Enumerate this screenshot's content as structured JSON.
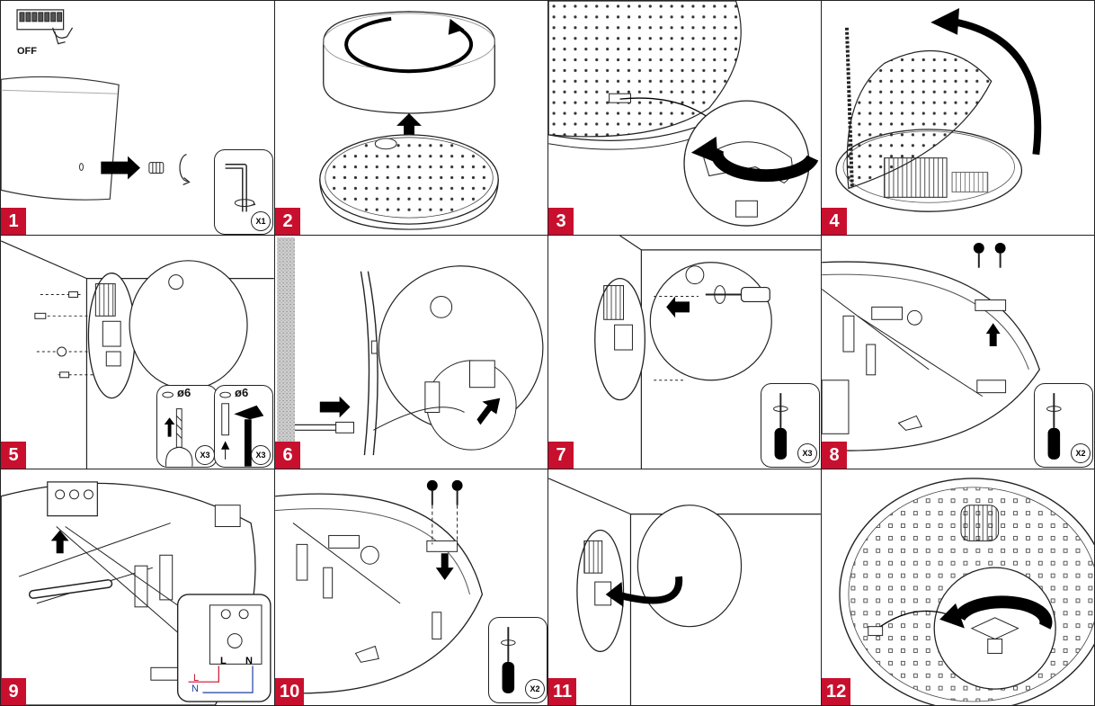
{
  "steps": [
    {
      "number": "1",
      "switch_label": "OFF",
      "tool_qty": "X1"
    },
    {
      "number": "2"
    },
    {
      "number": "3"
    },
    {
      "number": "4"
    },
    {
      "number": "5",
      "drill_size_a": "ø6",
      "drill_size_b": "ø6",
      "drill_qty": "X3",
      "hammer_qty": "X3"
    },
    {
      "number": "6"
    },
    {
      "number": "7",
      "tool_qty": "X3"
    },
    {
      "number": "8",
      "tool_qty": "X2"
    },
    {
      "number": "9",
      "terminal_l": "L",
      "terminal_n": "N",
      "wire_l": "L",
      "wire_n": "N"
    },
    {
      "number": "10",
      "tool_qty": "X2"
    },
    {
      "number": "11"
    },
    {
      "number": "12"
    }
  ],
  "colors": {
    "badge": "#c8102e",
    "line": "#222222",
    "arrow": "#000000",
    "wire_l": "#c8102e",
    "wire_n": "#1e3fa0"
  }
}
